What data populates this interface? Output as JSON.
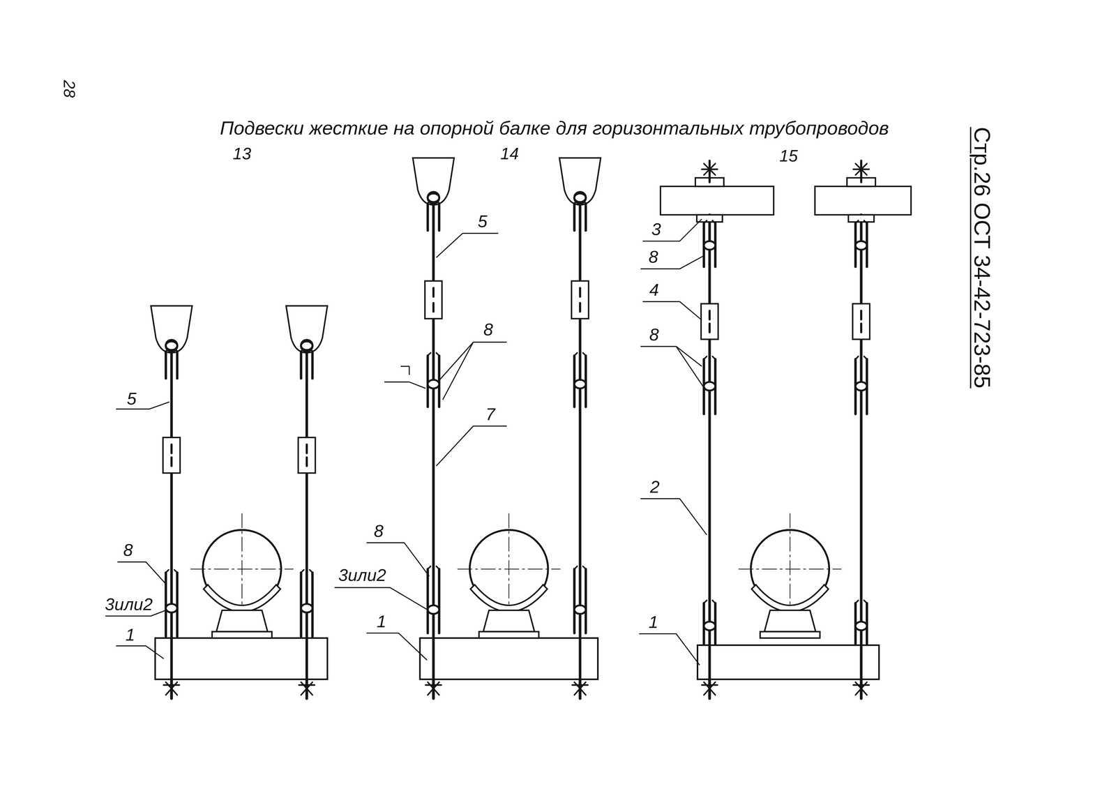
{
  "diagram": {
    "title": "Подвески жесткие на опорной балке для горизонтальных трубопроводов",
    "labels": [
      "28",
      "13",
      "14",
      "15",
      "Стр.26 ОСТ 34-42-723-85",
      "5",
      "8",
      "3или2",
      "1",
      "5",
      "8",
      "7",
      "8",
      "3или2",
      "1",
      "3",
      "8",
      "4",
      "8",
      "2",
      "1"
    ]
  }
}
